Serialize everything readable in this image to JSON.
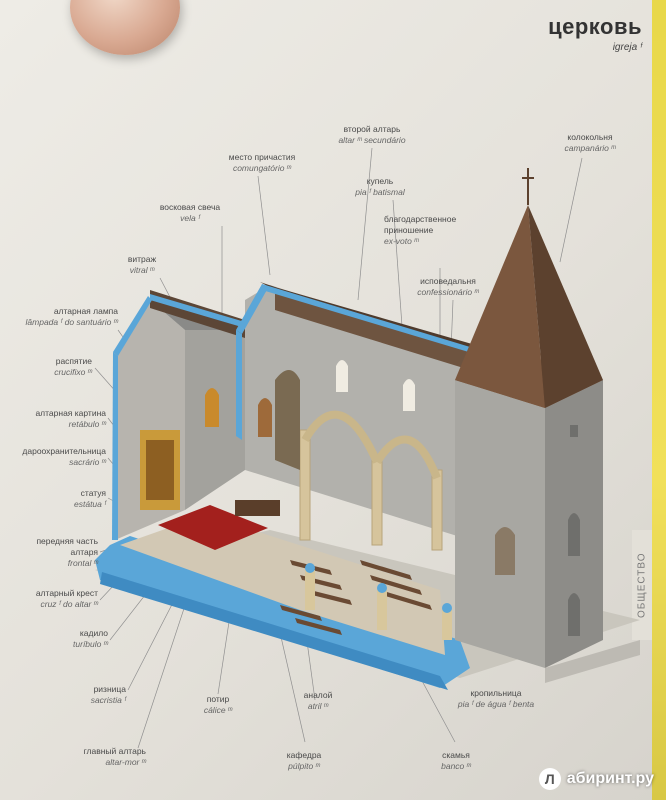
{
  "page": {
    "title": "церковь",
    "subtitle": "igreja ᶠ",
    "side_tab": "ОБЩЕСТВО"
  },
  "labels": {
    "bell_tower": {
      "ru": "колокольня",
      "pt": "campanário ᵐ"
    },
    "second_altar": {
      "ru": "второй алтарь",
      "pt": "altar ᵐ secundário"
    },
    "communion_place": {
      "ru": "место причастия",
      "pt": "comungatório ᵐ"
    },
    "font": {
      "ru": "купель",
      "pt": "pia ᶠ batismal"
    },
    "candle": {
      "ru": "восковая свеча",
      "pt": "vela ᶠ"
    },
    "votive": {
      "ru": "благодарственное приношение",
      "pt": "ex-voto ᵐ"
    },
    "stained_glass": {
      "ru": "витраж",
      "pt": "vitral ᵐ"
    },
    "confessional": {
      "ru": "исповедальня",
      "pt": "confessionário ᵐ"
    },
    "sanctuary_lamp": {
      "ru": "алтарная лампа",
      "pt": "lâmpada ᶠ do santuário ᵐ"
    },
    "crucifix": {
      "ru": "распятие",
      "pt": "crucifixo ᵐ"
    },
    "altarpiece": {
      "ru": "алтарная картина",
      "pt": "retábulo ᵐ"
    },
    "sacristy": {
      "ru": "дароохранительница",
      "pt": "sacrário ᵐ"
    },
    "statue": {
      "ru": "статуя",
      "pt": "estátua ᶠ"
    },
    "frontal": {
      "ru": "передняя часть алтаря",
      "pt": "frontal ᵐ"
    },
    "altar_cross": {
      "ru": "алтарный крест",
      "pt": "cruz ᶠ do altar ᵐ"
    },
    "censer": {
      "ru": "кадило",
      "pt": "turíbulo ᵐ"
    },
    "sacristan": {
      "ru": "ризница",
      "pt": "sacristia ᶠ"
    },
    "chalice": {
      "ru": "потир",
      "pt": "cálice ᵐ"
    },
    "lectern": {
      "ru": "аналой",
      "pt": "atril ᵐ"
    },
    "holy_water": {
      "ru": "кропильница",
      "pt": "pia ᶠ de água ᶠ benta"
    },
    "high_altar": {
      "ru": "главный алтарь",
      "pt": "altar-mor ᵐ"
    },
    "pulpit": {
      "ru": "кафедра",
      "pt": "púlpito ᵐ"
    },
    "pew": {
      "ru": "скамья",
      "pt": "banco ᵐ"
    }
  },
  "watermark": {
    "logo": "Л",
    "text": "абиринт.ру"
  },
  "colors": {
    "stone": "#a6a5a0",
    "roof": "#6e4e38",
    "cutaway_blue": "#5aa6d8",
    "page_bg": "#e9e6df"
  }
}
